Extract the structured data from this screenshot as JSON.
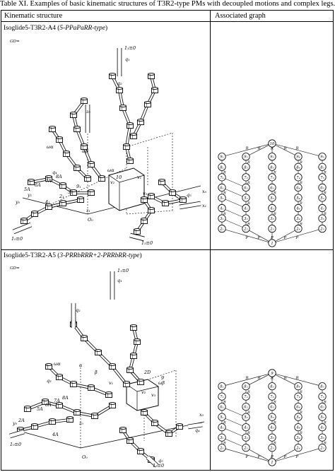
{
  "caption": "Table XI. Examples of basic kinematic structures of T3R2-type PMs with decoupled motions and complex legs.",
  "table": {
    "headers": [
      "Kinematic structure",
      "Associated graph"
    ],
    "rows": [
      {
        "name": "Isoglide5-T3R2-A4",
        "type_open": " (",
        "type": "5-PPaPaRR-type",
        "type_close": ")",
        "figure_tag": "GD=",
        "figure_labels": [
          "q₁",
          "q₂",
          "q₃",
          "q₄",
          "q₅",
          "ωα",
          "ωβ",
          "v₁",
          "v₂",
          "v₃",
          "x₀",
          "y₀",
          "z₀",
          "O₀",
          "1₀≡0",
          "1₁≡0",
          "1₅≡0",
          "5A",
          "6A",
          "7A",
          "8A",
          "10",
          "4₁",
          "2₁",
          "3₁",
          "9₁",
          "x₁",
          "y₁",
          "z₁"
        ],
        "graph_nodes": [
          "10",
          "9₁",
          "9₂",
          "9₃",
          "9₄",
          "9₅",
          "8₁",
          "8₂",
          "8₃",
          "8₄",
          "8₅",
          "7₁",
          "7₂",
          "7₃",
          "7₄",
          "7₅",
          "6₁",
          "6₂",
          "6₃",
          "6₄",
          "6₅",
          "5₁",
          "5₂",
          "5₃",
          "5₄",
          "5₅",
          "4₁",
          "4₂",
          "4₃",
          "4₄",
          "4₅",
          "3₁",
          "3₂",
          "3₃",
          "3₄",
          "3₅",
          "2₁",
          "2₂",
          "2₃",
          "2₄",
          "2₅",
          "1"
        ],
        "graph_edge_labels": [
          "R",
          "P"
        ]
      },
      {
        "name": "Isoglide5-T3R2-A5",
        "type_open": " (",
        "type": "3-PRRbRRR+2-PRRbRR-type",
        "type_close": ")",
        "figure_tag": "GD=",
        "figure_labels": [
          "q₁",
          "q₂",
          "q₃",
          "q₄",
          "q₅",
          "ωα",
          "ωβ",
          "v₁",
          "v₂",
          "v₃",
          "x₀",
          "y₀",
          "z₀",
          "O₀",
          "1₀≡0",
          "1₁≡0",
          "1₅≡0",
          "5A",
          "6A",
          "7A",
          "8A",
          "2A",
          "4A",
          "2D",
          "9",
          "β",
          "α"
        ],
        "graph_nodes": [
          "9",
          "8₁",
          "8₂",
          "8₃",
          "8₄",
          "8₅",
          "7₁",
          "7₂",
          "7₃",
          "7₄",
          "7₅",
          "6₁",
          "6₂",
          "6₃",
          "6₄",
          "6₅",
          "5₁",
          "5₂",
          "5₃",
          "5₄",
          "5₅",
          "4₁",
          "4₂",
          "4₃",
          "4₄",
          "4₅",
          "3₁",
          "3₂",
          "3₃",
          "3₄",
          "3₅",
          "2₁",
          "2₂",
          "2₃",
          "2₄",
          "2₅",
          "1"
        ],
        "graph_edge_labels": [
          "R",
          "P"
        ]
      }
    ]
  }
}
